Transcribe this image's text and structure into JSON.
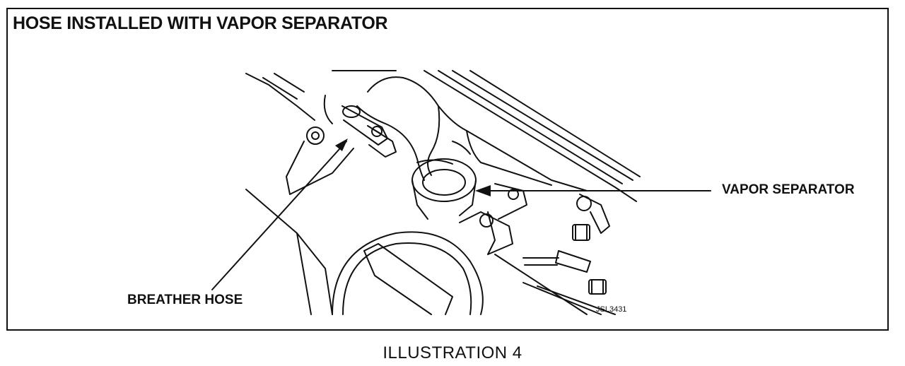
{
  "title": "HOSE INSTALLED WITH VAPOR SEPARATOR",
  "labels": {
    "vapor_separator": "VAPOR SEPARATOR",
    "breather_hose": "BREATHER HOSE",
    "figure_code": "JSL3431"
  },
  "caption": "ILLUSTRATION 4"
}
